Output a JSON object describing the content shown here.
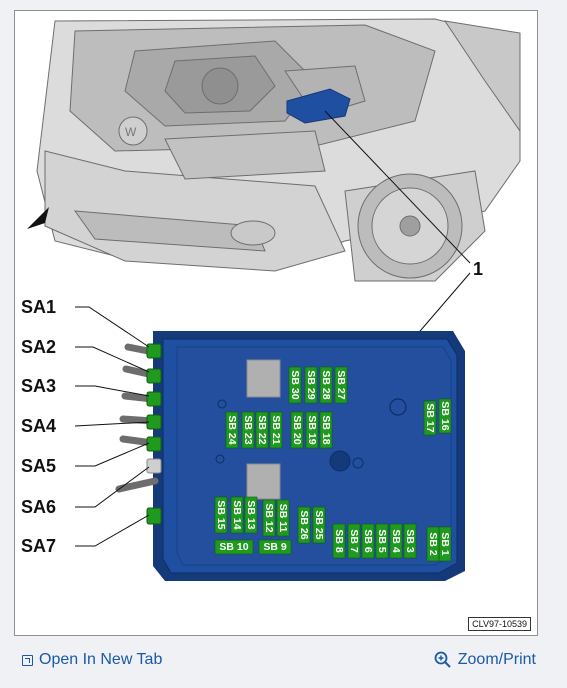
{
  "diagram": {
    "callout_number": "1",
    "sa_labels": [
      "SA1",
      "SA2",
      "SA3",
      "SA4",
      "SA5",
      "SA6",
      "SA7"
    ],
    "fuses": [
      "SB 1",
      "SB 2",
      "SB 3",
      "SB 4",
      "SB 5",
      "SB 6",
      "SB 7",
      "SB 8",
      "SB 9",
      "SB 10",
      "SB 11",
      "SB 12",
      "SB 13",
      "SB 14",
      "SB 15",
      "SB 16",
      "SB 17",
      "SB 18",
      "SB 19",
      "SB 20",
      "SB 21",
      "SB 22",
      "SB 23",
      "SB 24",
      "SB 25",
      "SB 26",
      "SB 27",
      "SB 28",
      "SB 29",
      "SB 30"
    ],
    "image_code": "CLV97-10539",
    "colors": {
      "fusebox_body": "#1f4fa0",
      "fusebox_dark": "#153a7a",
      "fuse_green": "#1f9a1f",
      "relay_gray": "#b0b0b0"
    }
  },
  "footer": {
    "open_tab_label": "Open In New Tab",
    "zoom_label": "Zoom/Print",
    "open_tab_icon": "open-new-tab-icon",
    "zoom_icon": "magnifier-plus-icon"
  }
}
